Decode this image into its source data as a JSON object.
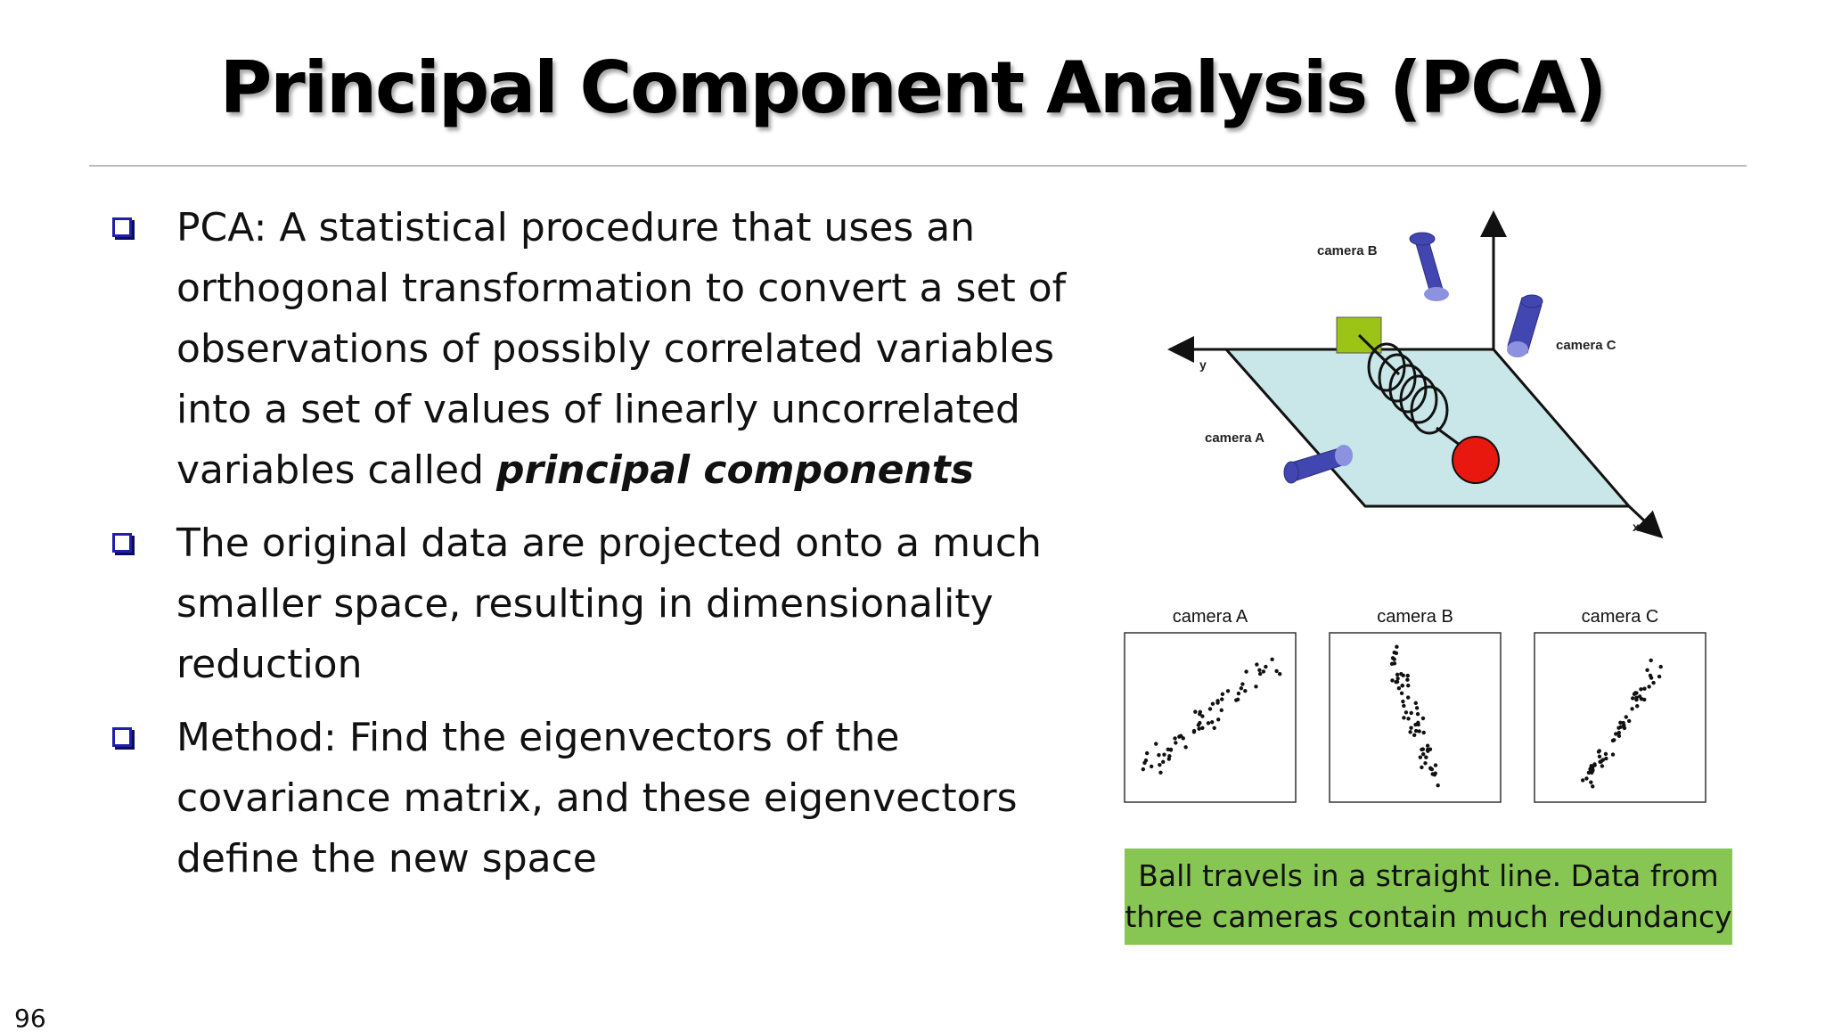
{
  "slide": {
    "title": "Principal Component Analysis (PCA)",
    "page_number": "96"
  },
  "bullets": [
    {
      "text": "PCA:  A statistical procedure that uses an orthogonal transformation to convert a set of observations of possibly correlated variables into a set of values of linearly uncorrelated variables called ",
      "emphasis": "principal components"
    },
    {
      "text": "The original data are projected onto a much smaller space, resulting in dimensionality reduction"
    },
    {
      "text": "Method:  Find the eigenvectors of the covariance matrix, and these eigenvectors define the new space"
    }
  ],
  "figure": {
    "axes": {
      "x": "x",
      "y": "y"
    },
    "cameras": {
      "a": "camera A",
      "b": "camera B",
      "c": "camera C"
    },
    "panels": [
      {
        "label": "camera A"
      },
      {
        "label": "camera B"
      },
      {
        "label": "camera C"
      }
    ],
    "colors": {
      "plane": "#c9e6e8",
      "camera": "#4146b0",
      "ball": "#e8180f",
      "block": "#9cc417"
    }
  },
  "caption": {
    "line1": "Ball travels in a straight line. Data from",
    "line2": "three cameras contain much redundancy"
  }
}
